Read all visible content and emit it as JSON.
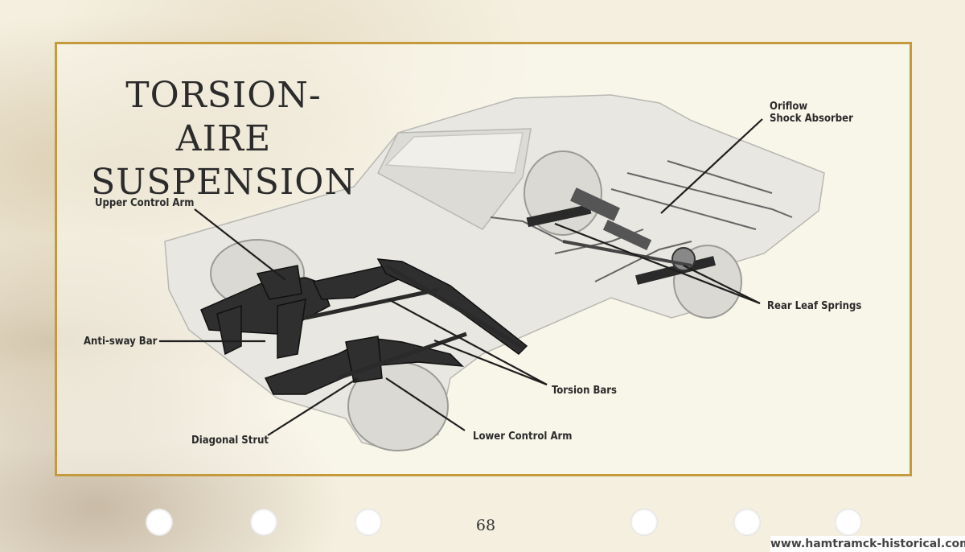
{
  "page": {
    "title_line1": "TORSION-AIRE",
    "title_line2": "SUSPENSION",
    "page_number": "68",
    "watermark": "www.hamtramck-historical.com"
  },
  "labels": {
    "oriflow_line1": "Oriflow",
    "oriflow_line2": "Shock Absorber",
    "upper_control_arm": "Upper Control Arm",
    "anti_sway_bar": "Anti-sway Bar",
    "rear_leaf_springs": "Rear Leaf Springs",
    "torsion_bars": "Torsion Bars",
    "diagonal_strut": "Diagonal Strut",
    "lower_control_arm": "Lower Control Arm"
  },
  "colors": {
    "frame_border": "#c49a3c",
    "car_body": "#e9e8e2",
    "suspension_parts": "#2a2a2a",
    "paper": "#f4efdf"
  }
}
